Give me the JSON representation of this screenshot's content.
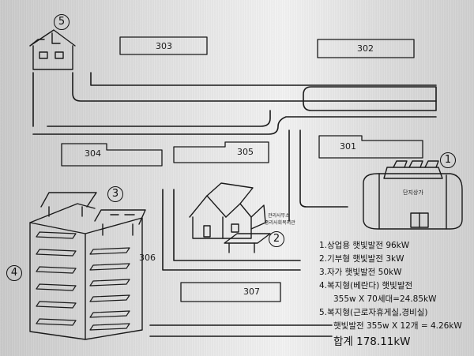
{
  "buildings": {
    "b303": "303",
    "b302": "302",
    "b301": "301",
    "b304": "304",
    "b305": "305",
    "b306": "306",
    "b307": "307"
  },
  "site_labels": {
    "shopping_mall": "단지상가",
    "office_line1": "관리사무소",
    "office_line2": "중리사회복지관"
  },
  "markers": [
    "1",
    "2",
    "3",
    "4",
    "5"
  ],
  "legend": {
    "item1": "1.상업용 햇빛발전 96kW",
    "item2": "2.기부형 햇빛발전 3kW",
    "item3": "3.자가 햇빛발전 50kW",
    "item4": "4.복지형(베란다) 햇빛발전",
    "item4_detail": "355w X 70세대=24.85kW",
    "item5": "5.복지형(근로자휴게실,경비실)",
    "item5_detail": "햇빛발전 355w X 12개 = 4.26kW",
    "total": "합계 178.11kW"
  },
  "colors": {
    "line": "#1a1a1a",
    "background_light": "#f2f2f2",
    "background_dark": "#c9c9c9"
  }
}
